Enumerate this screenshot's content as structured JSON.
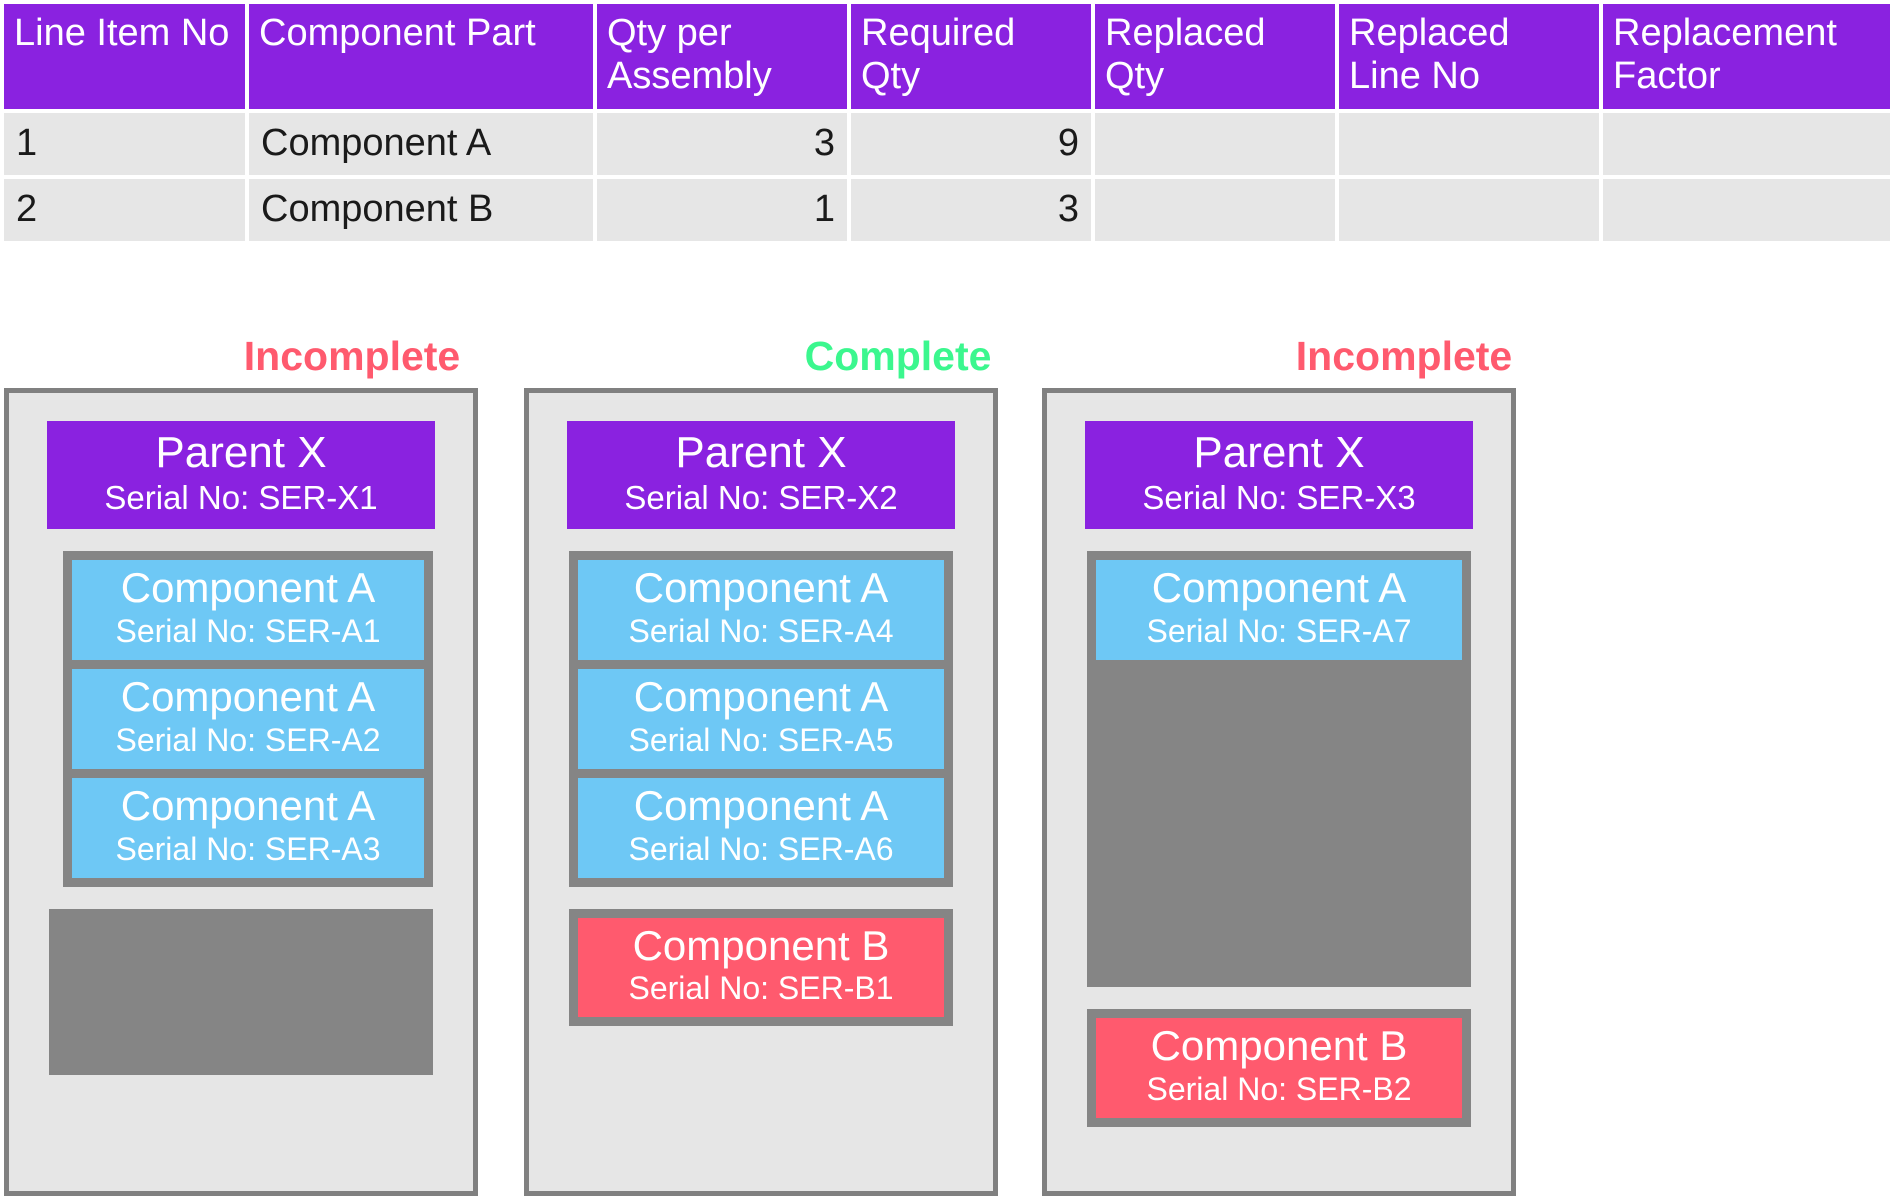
{
  "colors": {
    "header_purple": "#8a22e0",
    "row_gray": "#e6e6e6",
    "slot_gray": "#858585",
    "component_a_blue": "#6ec8f5",
    "component_b_red": "#ff5a6e",
    "status_incomplete": "#ff5a6e",
    "status_complete": "#3bf78e",
    "box_border": "#808080"
  },
  "table": {
    "columns": [
      "Line Item No",
      "Component Part",
      "Qty per Assembly",
      "Required Qty",
      "Replaced Qty",
      "Replaced Line No",
      "Replacement Factor"
    ],
    "rows": [
      {
        "line_item_no": "1",
        "component_part": "Component A",
        "qty_per_assembly": "3",
        "required_qty": "9",
        "replaced_qty": "",
        "replaced_line_no": "",
        "replacement_factor": ""
      },
      {
        "line_item_no": "2",
        "component_part": "Component B",
        "qty_per_assembly": "1",
        "required_qty": "3",
        "replaced_qty": "",
        "replaced_line_no": "",
        "replacement_factor": ""
      }
    ]
  },
  "assemblies": [
    {
      "status": "Incomplete",
      "status_color": "#ff5a6e",
      "parent": {
        "title": "Parent X",
        "serial": "Serial No: SER-X1"
      },
      "group_a": [
        {
          "title": "Component A",
          "serial": "Serial No: SER-A1"
        },
        {
          "title": "Component A",
          "serial": "Serial No: SER-A2"
        },
        {
          "title": "Component A",
          "serial": "Serial No: SER-A3"
        }
      ],
      "group_b": []
    },
    {
      "status": "Complete",
      "status_color": "#3bf78e",
      "parent": {
        "title": "Parent X",
        "serial": "Serial No: SER-X2"
      },
      "group_a": [
        {
          "title": "Component A",
          "serial": "Serial No: SER-A4"
        },
        {
          "title": "Component A",
          "serial": "Serial No: SER-A5"
        },
        {
          "title": "Component A",
          "serial": "Serial No: SER-A6"
        }
      ],
      "group_b": [
        {
          "title": "Component B",
          "serial": "Serial No: SER-B1"
        }
      ]
    },
    {
      "status": "Incomplete",
      "status_color": "#ff5a6e",
      "parent": {
        "title": "Parent X",
        "serial": "Serial No: SER-X3"
      },
      "group_a": [
        {
          "title": "Component A",
          "serial": "Serial No: SER-A7"
        }
      ],
      "group_b": [
        {
          "title": "Component B",
          "serial": "Serial No: SER-B2"
        }
      ]
    }
  ]
}
